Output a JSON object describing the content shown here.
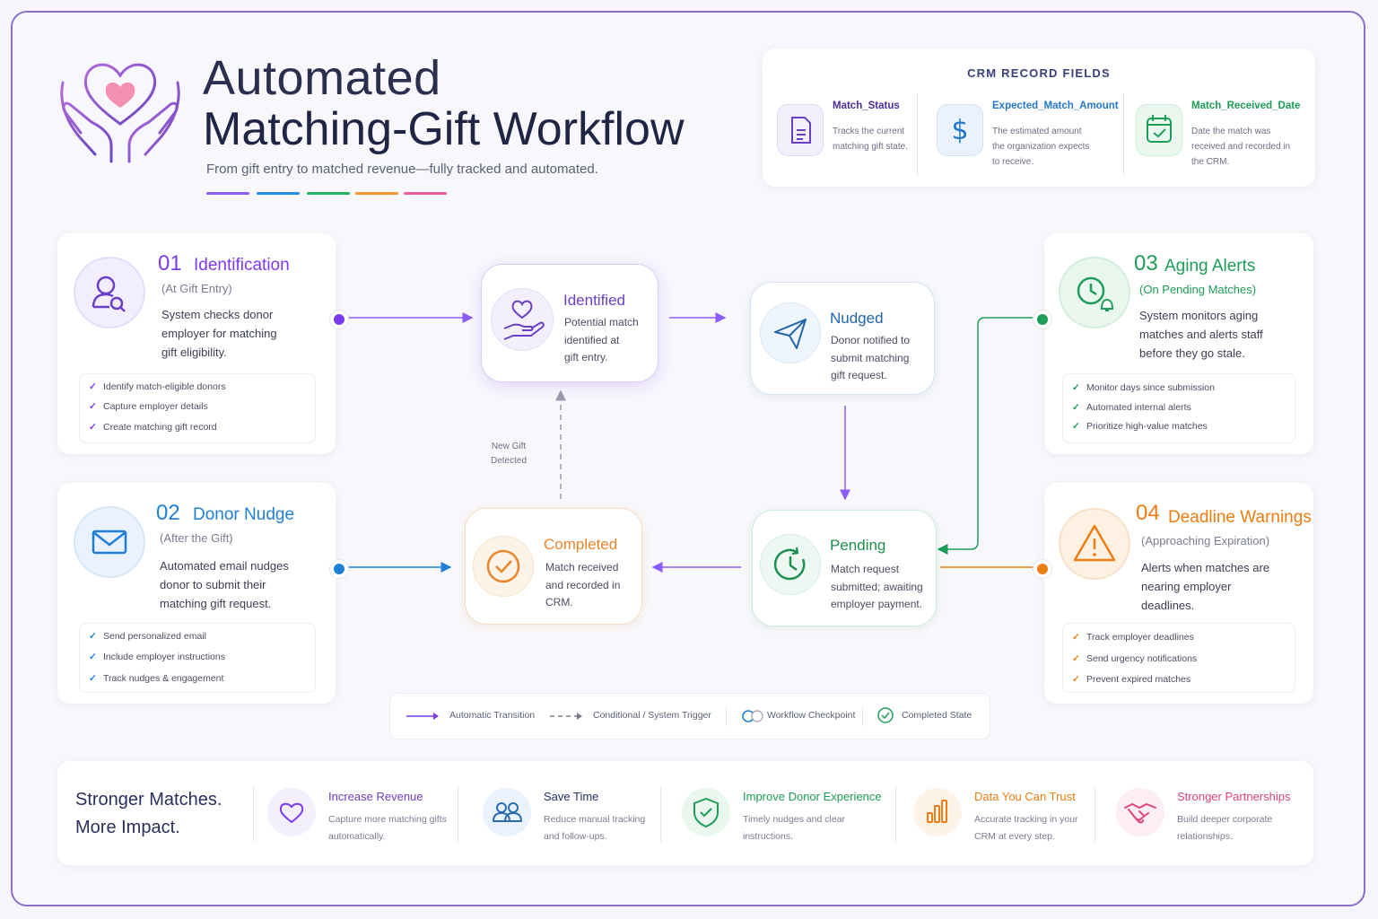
{
  "header": {
    "title_line1": "Automated",
    "title_line2": "Matching-Gift Workflow",
    "subtitle": "From gift entry to matched revenue—fully tracked and automated.",
    "accent_colors": [
      "#8b5cf6",
      "#2b8ee6",
      "#22b35e",
      "#f2962d",
      "#ec5b9a"
    ]
  },
  "crm": {
    "title": "CRM RECORD FIELDS",
    "fields": [
      {
        "name": "Match_Status",
        "desc": "Tracks the current matching gift state.",
        "icon": "document-icon",
        "color": "#6b3fc4"
      },
      {
        "name": "Expected_Match_Amount",
        "desc": "The estimated amount the organization expects to receive.",
        "icon": "dollar-icon",
        "color": "#2277c9"
      },
      {
        "name": "Match_Received_Date",
        "desc": "Date the match was received and recorded in the CRM.",
        "icon": "calendar-check-icon",
        "color": "#1e9d57"
      }
    ]
  },
  "steps": {
    "identification": {
      "num": "01",
      "title": "Identification",
      "sub": "(At Gift Entry)",
      "desc": [
        "System checks donor",
        "employer for matching",
        "gift eligibility."
      ],
      "checks": [
        "Identify match-eligible donors",
        "Capture employer details",
        "Create matching gift record"
      ],
      "color": "#7c3aed",
      "icon": "user-search-icon"
    },
    "nudge": {
      "num": "02",
      "title": "Donor Nudge",
      "sub": "(After the Gift)",
      "desc": [
        "Automated email nudges",
        "donor to submit their",
        "matching gift request."
      ],
      "checks": [
        "Send personalized email",
        "Include employer instructions",
        "Track nudges & engagement"
      ],
      "color": "#1f7fd6",
      "icon": "envelope-icon"
    },
    "aging": {
      "num": "03",
      "title": "Aging Alerts",
      "sub": "(On Pending Matches)",
      "desc": [
        "System monitors aging",
        "matches and alerts staff",
        "before they go stale."
      ],
      "checks": [
        "Monitor days since submission",
        "Automated internal alerts",
        "Prioritize high-value matches"
      ],
      "color": "#1e9d57",
      "icon": "clock-bell-icon"
    },
    "deadline": {
      "num": "04",
      "title": "Deadline Warnings",
      "sub": "(Approaching Expiration)",
      "desc": [
        "Alerts when matches are",
        "nearing employer",
        "deadlines."
      ],
      "checks": [
        "Track employer deadlines",
        "Send urgency notifications",
        "Prevent expired matches"
      ],
      "color": "#ee7d12",
      "icon": "warning-icon"
    }
  },
  "states": {
    "identified": {
      "title": "Identified",
      "desc": [
        "Potential match",
        "identified at",
        "gift entry."
      ],
      "color": "#6b3fc4"
    },
    "nudged": {
      "title": "Nudged",
      "desc": [
        "Donor notified to",
        "submit matching",
        "gift request."
      ],
      "color": "#2164a8"
    },
    "pending": {
      "title": "Pending",
      "desc": [
        "Match request",
        "submitted; awaiting",
        "employer payment."
      ],
      "color": "#1e8f4f"
    },
    "completed": {
      "title": "Completed",
      "desc": [
        "Match received",
        "and recorded in",
        "CRM."
      ],
      "color": "#e9862a"
    }
  },
  "trigger_label": [
    "New Gift",
    "Detected"
  ],
  "legend": {
    "automatic": "Automatic Transition",
    "conditional": "Conditional / System Trigger",
    "checkpoint": "Workflow Checkpoint",
    "completed": "Completed State"
  },
  "benefits": {
    "headline": [
      "Stronger Matches.",
      "More Impact."
    ],
    "items": [
      {
        "title": "Increase Revenue",
        "desc": "Capture more matching gifts automatically.",
        "color": "#7c3aed",
        "icon": "heart-icon"
      },
      {
        "title": "Save Time",
        "desc": "Reduce manual tracking and follow-ups.",
        "color": "#22305f",
        "icon": "people-icon"
      },
      {
        "title": "Improve Donor Experience",
        "desc": "Timely nudges and clear instructions.",
        "color": "#1e9d57",
        "icon": "shield-check-icon"
      },
      {
        "title": "Data You Can Trust",
        "desc": "Accurate tracking in your CRM at every step.",
        "color": "#ee7d12",
        "icon": "bar-chart-icon"
      },
      {
        "title": "Stronger Partnerships",
        "desc": "Build deeper corporate relationships.",
        "color": "#e0427c",
        "icon": "handshake-icon"
      }
    ]
  }
}
